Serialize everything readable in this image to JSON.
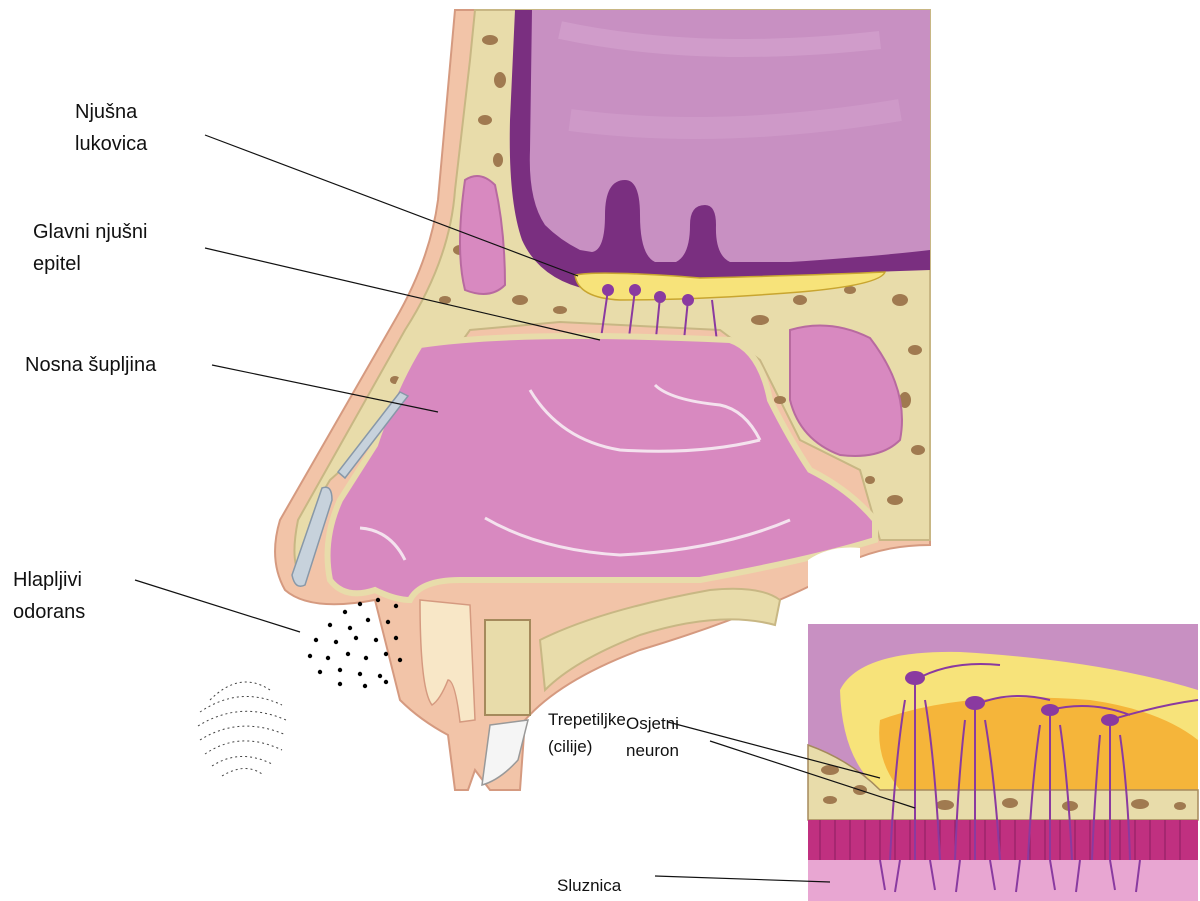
{
  "labels": {
    "olfactory_bulb": [
      "Njušna",
      "lukovica"
    ],
    "main_olfactory_epithelium": [
      "Glavni njušni",
      "epitel"
    ],
    "nasal_cavity": "Nosna šupljina",
    "volatile_odorant": [
      "Hlapljivi",
      "odorans"
    ],
    "sensory_neuron": [
      "Osjetni",
      "neuron"
    ],
    "cilia": [
      "Trepetiljke",
      "(cilije)"
    ],
    "mucosa": "Sluznica"
  },
  "colors": {
    "brain": "#c890c2",
    "brain_outline": "#7a2f80",
    "cavity": "#d889c0",
    "bone": "#e8dcaa",
    "bone_spots": "#a07a50",
    "skin": "#f2c4a8",
    "bulb_yellow": "#f7e37a",
    "bulb_orange": "#f5b53a",
    "neuron": "#8a3aa0",
    "mucosa_cells": "#c03080",
    "cartilage": "#c7d2dc"
  }
}
